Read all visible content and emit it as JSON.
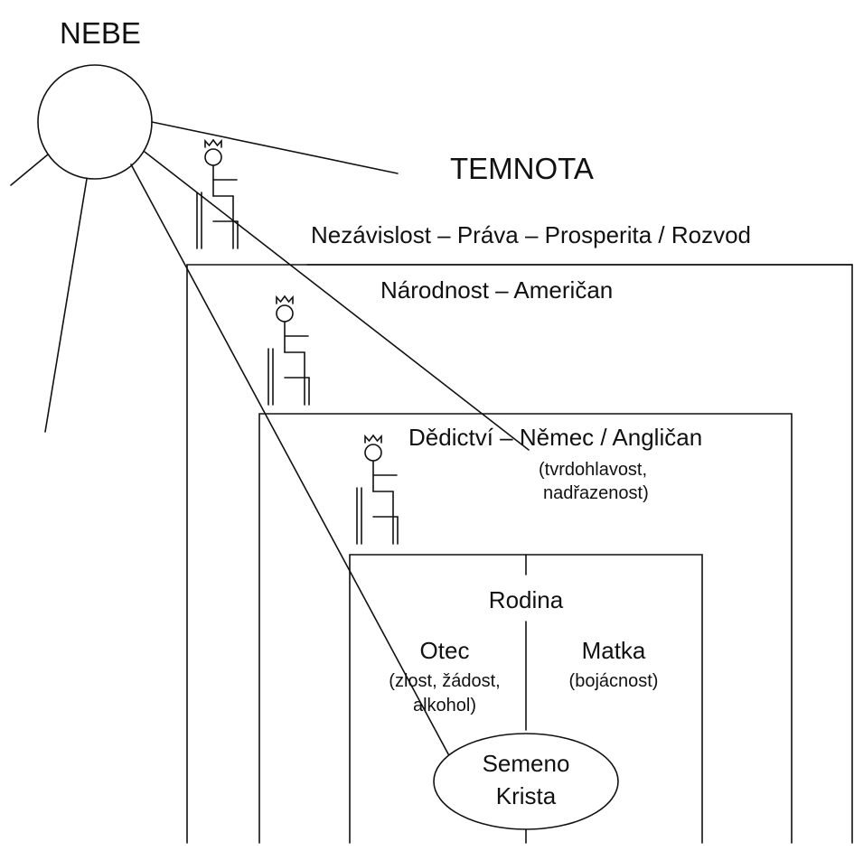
{
  "labels": {
    "heaven": "NEBE",
    "darkness": "TEMNOTA",
    "top_line": "Nezávislost – Práva – Prosperita / Rozvod",
    "nationality": "Národnost – Američan",
    "heritage": "Dědictví – Němec / Angličan",
    "heritage_traits_1": "(tvrdohlavost,",
    "heritage_traits_2": "nadřazenost)",
    "family": "Rodina",
    "father": "Otec",
    "father_traits_1": "(zlost, žádost,",
    "father_traits_2": "alkohol)",
    "mother": "Matka",
    "mother_traits_1": "(bojácnost)",
    "seed_1": "Semeno",
    "seed_2": "Krista"
  },
  "colors": {
    "stroke": "#111111",
    "background": "#ffffff"
  },
  "icons": [
    "crowned-figure-on-throne-icon"
  ]
}
